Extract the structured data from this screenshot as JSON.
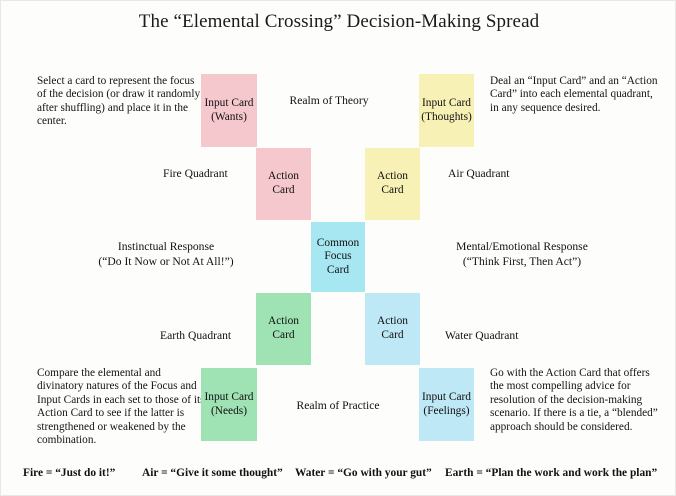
{
  "page": {
    "title": "The “Elemental Crossing” Decision-Making Spread",
    "background": "#fdfdfb"
  },
  "notes": {
    "top_left": "Select a card to represent the focus of the decision (or draw it randomly after shuffling) and place it in the center.",
    "top_right": "Deal an “Input Card” and an “Action Card” into each elemental quadrant, in any sequence desired.",
    "bottom_left": "Compare the elemental and divinatory natures of the Focus and Input Cards in each set to those of its Action Card to see if the latter is strengthened or weakened by the combination.",
    "bottom_right": "Go with the Action Card that offers the most compelling advice for resolution of the decision-making scenario. If there is a tie, a “blended” approach should be considered."
  },
  "labels": {
    "realm_of_theory": "Realm of Theory",
    "realm_of_practice": "Realm of Practice",
    "fire_quadrant": "Fire Quadrant",
    "air_quadrant": "Air Quadrant",
    "earth_quadrant": "Earth Quadrant",
    "water_quadrant": "Water Quadrant",
    "instinctual_response_line1": "Instinctual Response",
    "instinctual_response_line2": "(“Do It Now or Not At All!”)",
    "mental_response_line1": "Mental/Emotional Response",
    "mental_response_line2": "(“Think First, Then Act”)"
  },
  "cards": {
    "fire_input": {
      "line1": "Input Card",
      "line2": "(Wants)",
      "color": "#f5c8cd"
    },
    "fire_action": {
      "line1": "Action",
      "line2": "Card",
      "color": "#f5c8cd"
    },
    "air_input": {
      "line1": "Input Card",
      "line2": "(Thoughts)",
      "color": "#f7f1b5"
    },
    "air_action": {
      "line1": "Action",
      "line2": "Card",
      "color": "#f7f1b5"
    },
    "focus": {
      "line1": "Common",
      "line2": "Focus",
      "line3": "Card",
      "color": "#a7e7f2"
    },
    "earth_action": {
      "line1": "Action",
      "line2": "Card",
      "color": "#9fe2b3"
    },
    "earth_input": {
      "line1": "Input Card",
      "line2": "(Needs)",
      "color": "#9fe2b3"
    },
    "water_action": {
      "line1": "Action",
      "line2": "Card",
      "color": "#bee8f5"
    },
    "water_input": {
      "line1": "Input Card",
      "line2": "(Feelings)",
      "color": "#bee8f5"
    }
  },
  "footer": {
    "fire": "Fire = “Just do it!”",
    "air": "Air = “Give it some thought”",
    "water": "Water = “Go with your gut”",
    "earth": "Earth = “Plan the work and work the plan”"
  }
}
